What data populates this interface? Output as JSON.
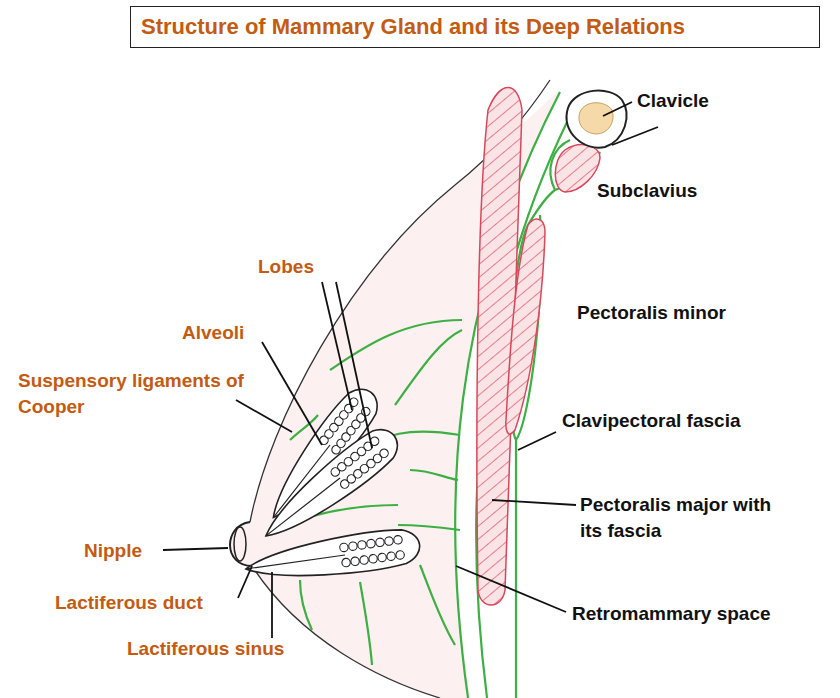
{
  "diagram": {
    "title": "Structure of Mammary Gland and its Deep Relations",
    "labels": [
      "Clavicle",
      "Subclavius",
      "Pectoralis minor",
      "Clavipectoral fascia",
      "Pectoralis major with its fascia",
      "Retromammary space",
      "Lobes",
      "Alveoli",
      "Suspensory ligaments of Cooper",
      "Nipple",
      "Lactiferous duct",
      "Lactiferous sinus"
    ]
  }
}
